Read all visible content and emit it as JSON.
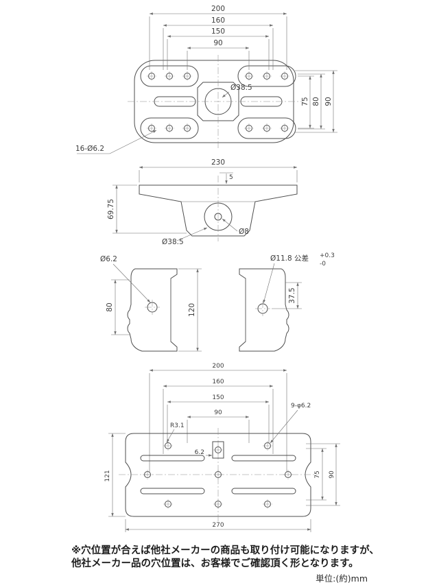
{
  "drawing": {
    "line_color": "#4d4d4d",
    "dim_color": "#6f6f6f",
    "text_color": "#3c3c3c"
  },
  "top_view": {
    "d200": "200",
    "d160": "160",
    "d150": "150",
    "d90": "90",
    "d75": "75",
    "d80": "80",
    "d90r": "90",
    "center_hole": "Ø38.5",
    "holes_note": "16-Ø6.2"
  },
  "front_view": {
    "d230": "230",
    "d5": "5",
    "d6975": "69.75",
    "dia385": "Ø38.5",
    "dia8": "Ø8"
  },
  "side_view": {
    "dia62": "Ø6.2",
    "dia118": "Ø11.8 公差",
    "tol_plus": "+0.3",
    "tol_minus": "-0",
    "d80": "80",
    "d120": "120",
    "d375": "37.5"
  },
  "bottom_view": {
    "d200": "200",
    "d160": "160",
    "d150": "150",
    "d90": "90",
    "holes_note": "9-φ6.2",
    "r31": "R3.1",
    "d62": "6.2",
    "d121": "121",
    "d75": "75",
    "d90r": "90",
    "d270": "270"
  },
  "notes": {
    "line1": "※穴位置が合えば他社メーカーの商品も取り付け可能になりますが、",
    "line2": "他社メーカー品の穴位置は、お客様でご確認頂く形となります。",
    "unit": "単位:(約)mm"
  }
}
